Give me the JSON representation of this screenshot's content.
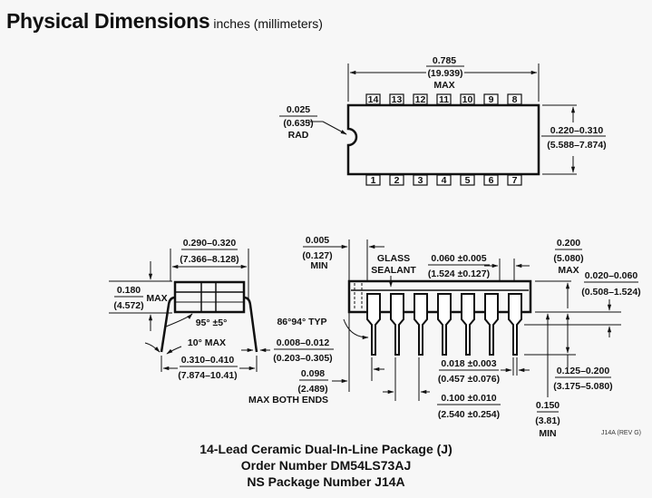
{
  "header": {
    "title": "Physical Dimensions",
    "units": "inches (millimeters)"
  },
  "top_view": {
    "pins_top": [
      "14",
      "13",
      "12",
      "11",
      "10",
      "9",
      "8"
    ],
    "pins_bottom": [
      "1",
      "2",
      "3",
      "4",
      "5",
      "6",
      "7"
    ],
    "length": {
      "in": "0.785",
      "mm": "(19.939)",
      "note": "MAX"
    },
    "notch": {
      "in": "0.025",
      "mm": "(0.635)",
      "note": "RAD"
    },
    "width": {
      "in": "0.220–0.310",
      "mm": "(5.588–7.874)"
    }
  },
  "end_view": {
    "body_width": {
      "in": "0.290–0.320",
      "mm": "(7.366–8.128)"
    },
    "height": {
      "in": "0.180",
      "mm": "(4.572)",
      "note": "MAX"
    },
    "angle": "95° ±5°",
    "lead_angle": "10° MAX",
    "lead_span": {
      "in": "0.310–0.410",
      "mm": "(7.874–10.41)"
    },
    "lead_thickness": {
      "in": "0.008–0.012",
      "mm": "(0.203–0.305)"
    }
  },
  "side_view": {
    "min_offset": {
      "in": "0.005",
      "mm": "(0.127)",
      "note": "MIN"
    },
    "glass_label_1": "GLASS",
    "glass_label_2": "SEALANT",
    "shoulder": {
      "in": "0.060 ±0.005",
      "mm": "(1.524 ±0.127)"
    },
    "seat_height": {
      "in": "0.200",
      "mm": "(5.080)",
      "note": "MAX"
    },
    "standoff": {
      "in": "0.020–0.060",
      "mm": "(0.508–1.524)"
    },
    "lead_angle": "86°94° TYP",
    "end_max": {
      "in": "0.098",
      "mm": "(2.489)",
      "note": "MAX BOTH ENDS"
    },
    "lead_width": {
      "in": "0.018 ±0.003",
      "mm": "(0.457 ±0.076)"
    },
    "pitch": {
      "in": "0.100 ±0.010",
      "mm": "(2.540 ±0.254)"
    },
    "lead_length": {
      "in": "0.125–0.200",
      "mm": "(3.175–5.080)"
    },
    "min_length": {
      "in": "0.150",
      "mm": "(3.81)",
      "note": "MIN"
    },
    "revision": "J14A (REV G)"
  },
  "caption": {
    "line1": "14-Lead Ceramic Dual-In-Line Package (J)",
    "line2": "Order Number DM54LS73AJ",
    "line3": "NS Package Number J14A"
  }
}
